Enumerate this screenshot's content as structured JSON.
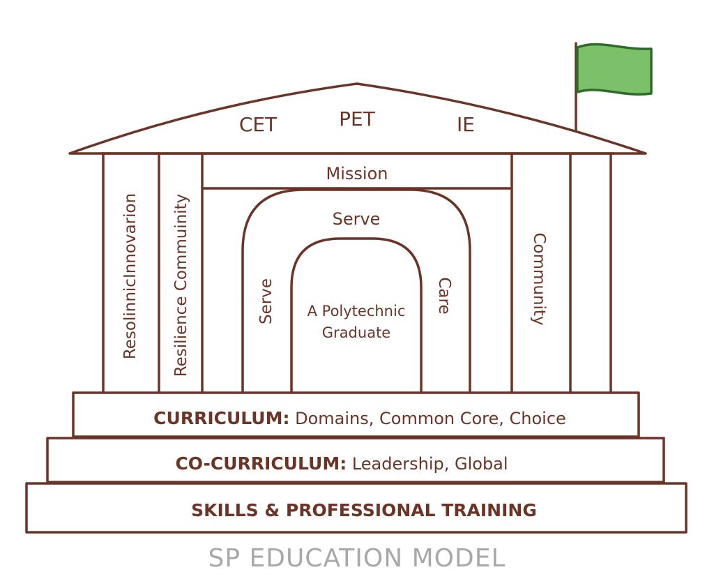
{
  "roof": {
    "left_label": "CET",
    "center_label": "PET",
    "right_label": "IE"
  },
  "mission_label": "Mission",
  "arch": {
    "top_label": "Serve",
    "left_label": "Serve",
    "right_label": "Care",
    "center_line1": "A Polytechnic",
    "center_line2": "Graduate"
  },
  "pillars": {
    "outer_left_label": "ResolinnicInnovarion",
    "inner_left_label": "Resilience Commuinity",
    "right_label": "Community"
  },
  "steps": [
    {
      "bold": "CURRICULUM:",
      "text": " Domains, Common Core, Choice"
    },
    {
      "bold": "CO-CURRICULUM:",
      "text": " Leadership, Global"
    },
    {
      "bold": "SKILLS & PROFESSIONAL TRAINING",
      "text": ""
    }
  ],
  "title": "SP EDUCATION MODEL",
  "colors": {
    "outline": "#6b3426",
    "flag_fill": "#7cc16a",
    "flag_stroke": "#2f6b2a",
    "title_text": "#a8a8a8"
  },
  "icons": {
    "flag": "flag-icon"
  }
}
